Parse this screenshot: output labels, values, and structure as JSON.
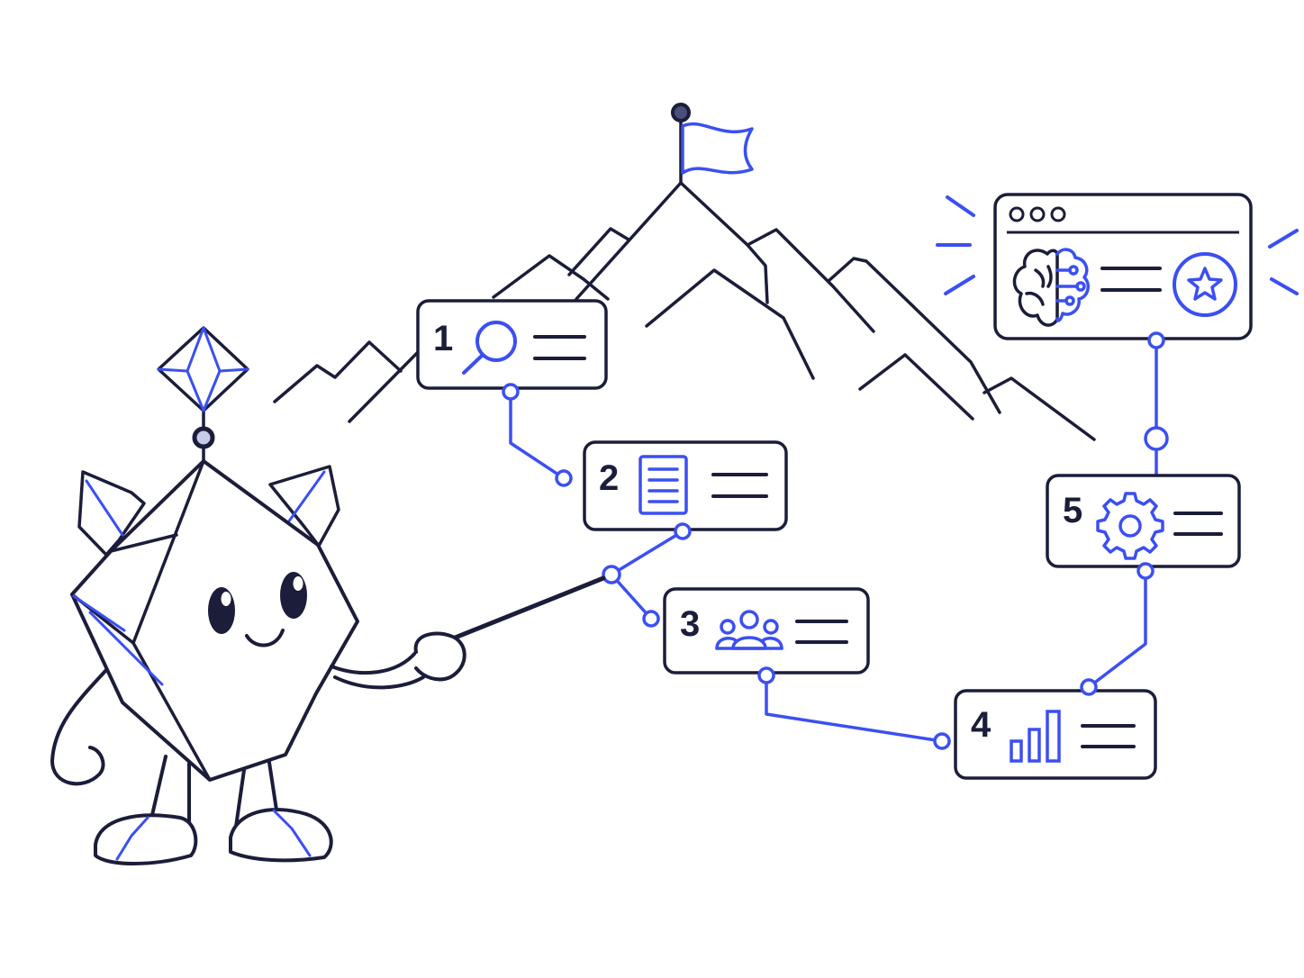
{
  "colors": {
    "ink": "#1b1d3a",
    "accent": "#3b4ff2",
    "background": "#ffffff"
  },
  "steps": [
    {
      "number": "1",
      "icon": "magnifier-icon"
    },
    {
      "number": "2",
      "icon": "document-icon"
    },
    {
      "number": "3",
      "icon": "team-icon"
    },
    {
      "number": "4",
      "icon": "bar-chart-icon"
    },
    {
      "number": "5",
      "icon": "gear-icon"
    }
  ],
  "goal_panel": {
    "icons": [
      "brain-circuit-icon",
      "star-badge-icon"
    ]
  },
  "summit": {
    "icon": "flag-icon"
  },
  "mascot": {
    "icon": "crystal-mascot-icon"
  }
}
